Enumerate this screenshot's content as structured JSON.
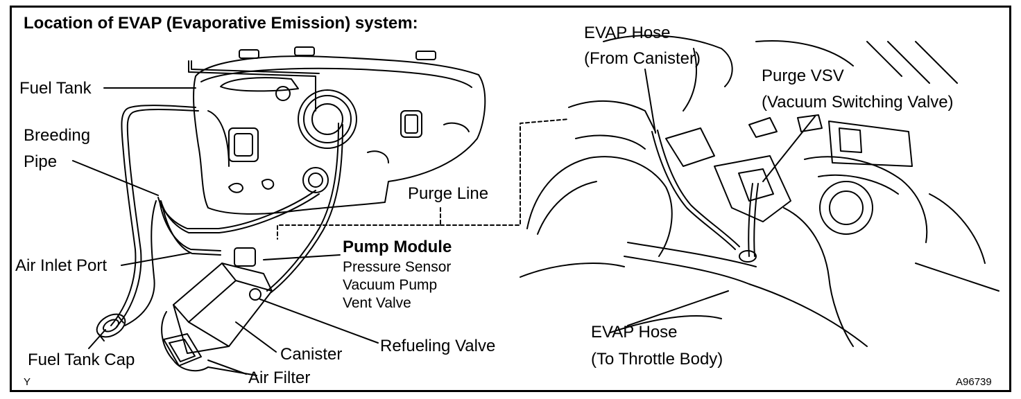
{
  "title": "Location of EVAP (Evaporative Emission) system:",
  "callouts": {
    "fuel_tank": "Fuel Tank",
    "breeding_pipe_1": "Breeding",
    "breeding_pipe_2": "Pipe",
    "air_inlet_port": "Air Inlet Port",
    "fuel_tank_cap": "Fuel Tank Cap",
    "purge_line": "Purge Line",
    "pump_module": "Pump Module",
    "pressure_sensor": "Pressure Sensor",
    "vacuum_pump": "Vacuum Pump",
    "vent_valve": "Vent Valve",
    "refueling_valve": "Refueling Valve",
    "canister": "Canister",
    "air_filter": "Air Filter",
    "evap_hose_canister_1": "EVAP Hose",
    "evap_hose_canister_2": "(From Canister)",
    "purge_vsv_1": "Purge VSV",
    "purge_vsv_2": "(Vacuum Switching Valve)",
    "evap_hose_throttle_1": "EVAP Hose",
    "evap_hose_throttle_2": "(To Throttle Body)"
  },
  "corner_marks": {
    "left": "Y",
    "right": "A96739"
  }
}
